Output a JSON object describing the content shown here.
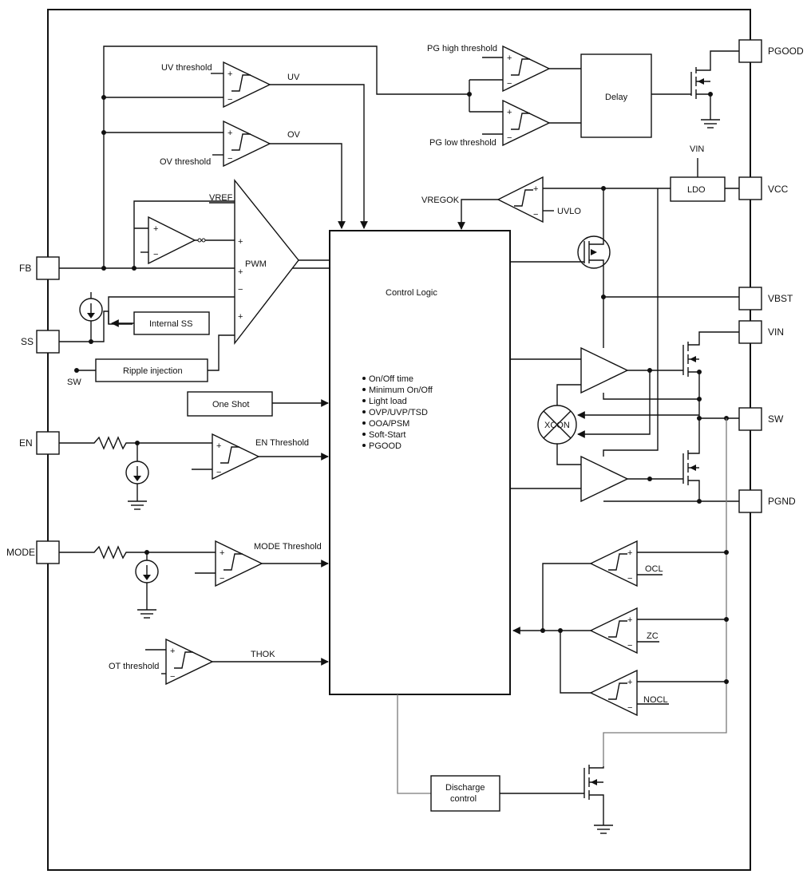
{
  "pins": {
    "pgood": "PGOOD",
    "vcc": "VCC",
    "vbst": "VBST",
    "vin": "VIN",
    "sw": "SW",
    "pgnd": "PGND",
    "fb": "FB",
    "ss": "SS",
    "en": "EN",
    "mode": "MODE"
  },
  "labels": {
    "uv_threshold": "UV threshold",
    "uv": "UV",
    "ov_threshold": "OV threshold",
    "ov": "OV",
    "vref": "VREF",
    "pwm": "PWM",
    "pg_high_threshold": "PG high threshold",
    "pg_low_threshold": "PG low threshold",
    "delay": "Delay",
    "vin_top": "VIN",
    "ldo": "LDO",
    "vregok": "VREGOK",
    "uvlo": "UVLO",
    "internal_ss": "Internal SS",
    "ripple_injection": "Ripple injection",
    "sw_input": "SW",
    "one_shot": "One Shot",
    "en_threshold": "EN Threshold",
    "mode_threshold": "MODE Threshold",
    "ot_threshold": "OT threshold",
    "thok": "THOK",
    "control_logic": "Control Logic",
    "xcon": "XCON",
    "ocl": "OCL",
    "zc": "ZC",
    "nocl": "NOCL",
    "discharge_control_line1": "Discharge",
    "discharge_control_line2": "control"
  },
  "control_logic_functions": [
    "On/Off time",
    "Minimum On/Off",
    "Light load",
    "OVP/UVP/TSD",
    "OOA/PSM",
    "Soft-Start",
    "PGOOD"
  ]
}
